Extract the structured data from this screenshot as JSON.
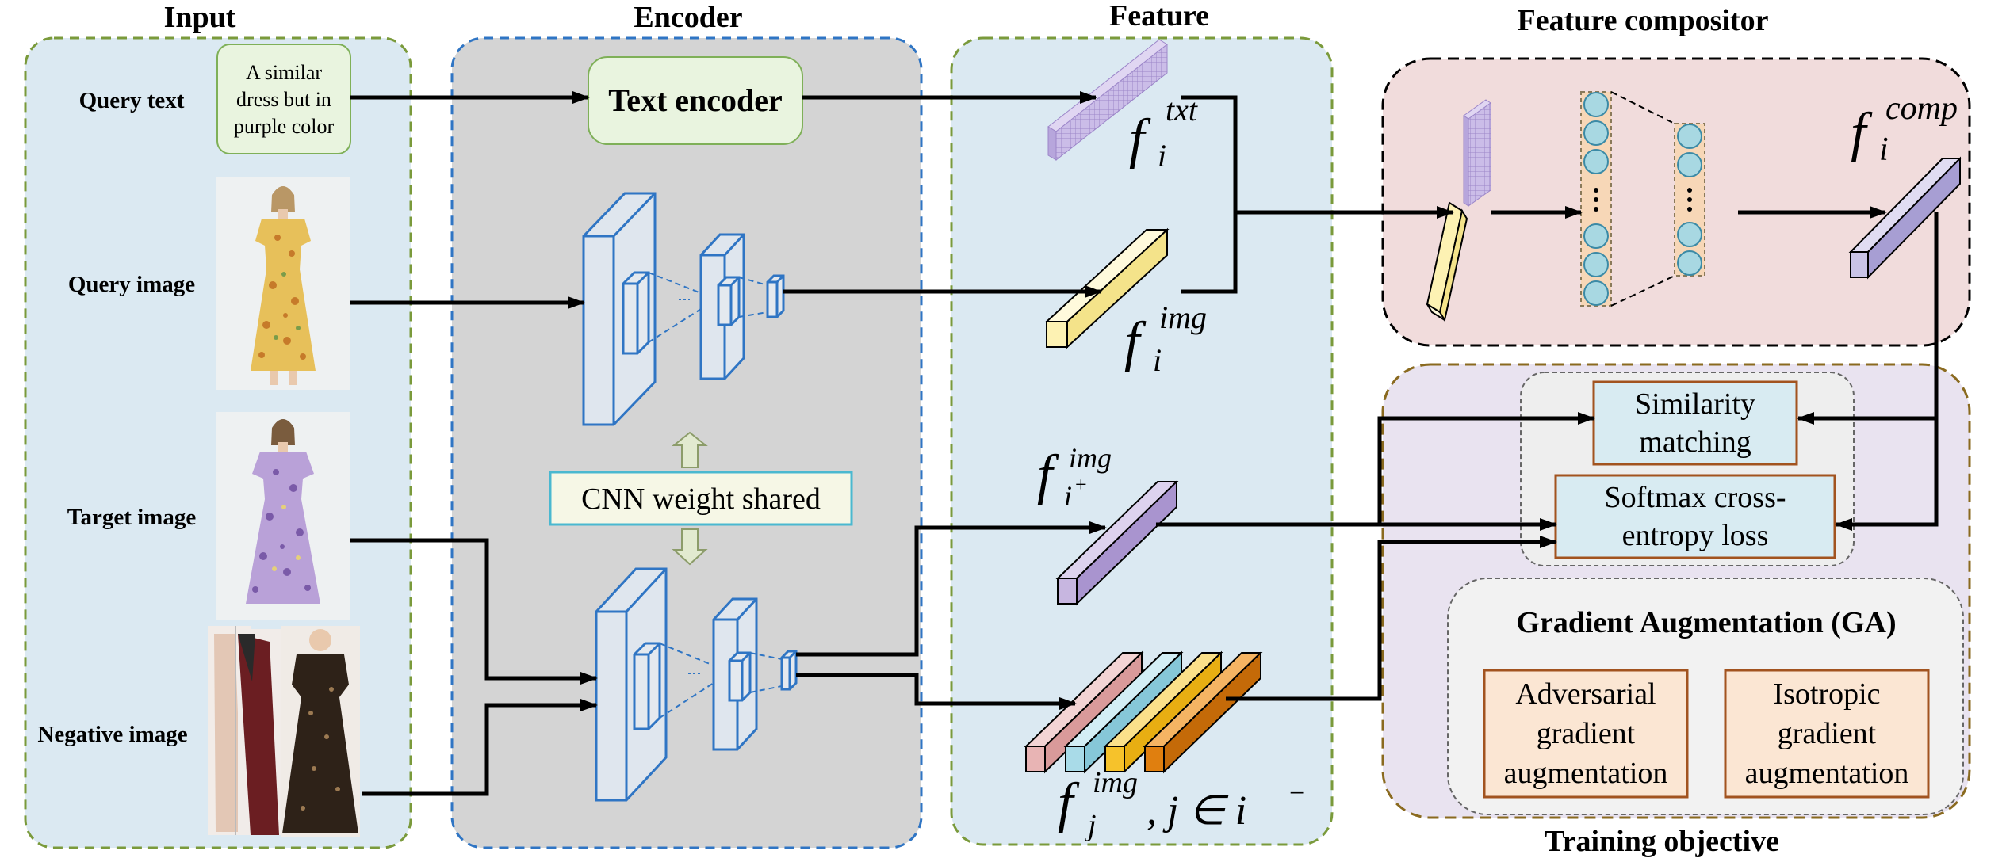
{
  "sections": {
    "input": "Input",
    "encoder": "Encoder",
    "feature": "Feature",
    "compositor": "Feature compositor",
    "training": "Training objective"
  },
  "inputs": {
    "query_text_label": "Query text",
    "query_text_lines": [
      "A similar",
      "dress but in",
      "purple color"
    ],
    "query_image_label": "Query image",
    "target_image_label": "Target image",
    "negative_image_label": "Negative image"
  },
  "encoder": {
    "text_encoder": "Text encoder",
    "cnn_shared": "CNN weight shared"
  },
  "features": {
    "f_txt": {
      "base": "f",
      "sup": "txt",
      "sub": "i"
    },
    "f_img": {
      "base": "f",
      "sup": "img",
      "sub": "i"
    },
    "f_pos": {
      "base": "f",
      "sup": "img",
      "sub": "i",
      "subsup": "+"
    },
    "f_neg": {
      "base": "f",
      "sup": "img",
      "sub": "j",
      "suffix": ", j ∈ i",
      "suffix_sup": "−"
    },
    "f_comp": {
      "base": "f",
      "sup": "comp",
      "sub": "i"
    }
  },
  "training": {
    "similarity_lines": [
      "Similarity",
      "matching"
    ],
    "softmax_lines": [
      "Softmax cross-",
      "entropy loss"
    ],
    "ga_title": "Gradient Augmentation (GA)",
    "adversarial_lines": [
      "Adversarial",
      "gradient",
      "augmentation"
    ],
    "isotropic_lines": [
      "Isotropic",
      "gradient",
      "augmentation"
    ]
  },
  "colors": {
    "panel_blue": "#dbe9f2",
    "panel_gray": "#d4d4d4",
    "panel_pink": "#f1dcdc",
    "panel_lavender": "#e9e3f0",
    "text_box_green": "#e9f4df",
    "cnn_blue": "#2f75c4",
    "txt_feature": "#cbbde8",
    "img_feature": "#fdf2b3",
    "pos_feature": "#c7b6e0",
    "neg_pink": "#e8b4b4",
    "neg_blue": "#a9dbe8",
    "neg_yellow": "#f6c22b",
    "neg_orange": "#e07f0f",
    "comp_feature": "#c9c3e6",
    "loss_border": "#a2531f",
    "ga_box_fill": "#fbe6d3"
  },
  "icons": {
    "query_image": "yellow-floral-dress-photo",
    "target_image": "purple-floral-dress-photo",
    "negative_image": "dark-dresses-photo-strip"
  }
}
